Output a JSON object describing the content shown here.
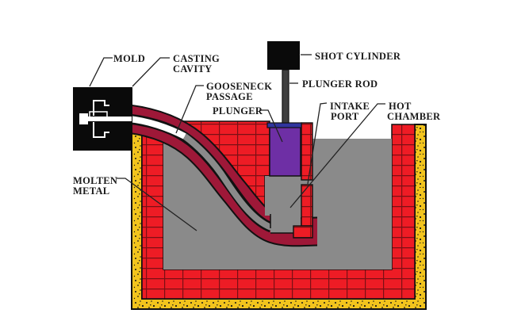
{
  "diagram": {
    "name": "hot-chamber-die-casting-machine-cross-section",
    "labels": {
      "mold": "MOLD",
      "casting_cavity": [
        "CASTING",
        "CAVITY"
      ],
      "gooseneck_passage": [
        "GOOSENECK",
        "PASSAGE"
      ],
      "plunger": "PLUNGER",
      "shot_cylinder": "SHOT CYLINDER",
      "plunger_rod": "PLUNGER ROD",
      "intake_port": [
        "INTAKE",
        "PORT"
      ],
      "hot_chamber": [
        "HOT",
        "CHAMBER"
      ],
      "molten_metal": [
        "MOLTEN",
        "METAL"
      ]
    },
    "colors": {
      "brick_red": "#ee1c25",
      "brick_joint": "#7a1015",
      "refractory_yellow": "#f2c41d",
      "speckle_black": "#1a1a1a",
      "molten_gray": "#8a8a8a",
      "gooseneck_maroon": "#9e1838",
      "plunger_purple": "#6e2fa5",
      "plunger_cap_blue": "#30359e",
      "rod_gray": "#3f3f3f",
      "machine_black": "#0a0a0a",
      "ink": "#1a1a1a"
    }
  }
}
